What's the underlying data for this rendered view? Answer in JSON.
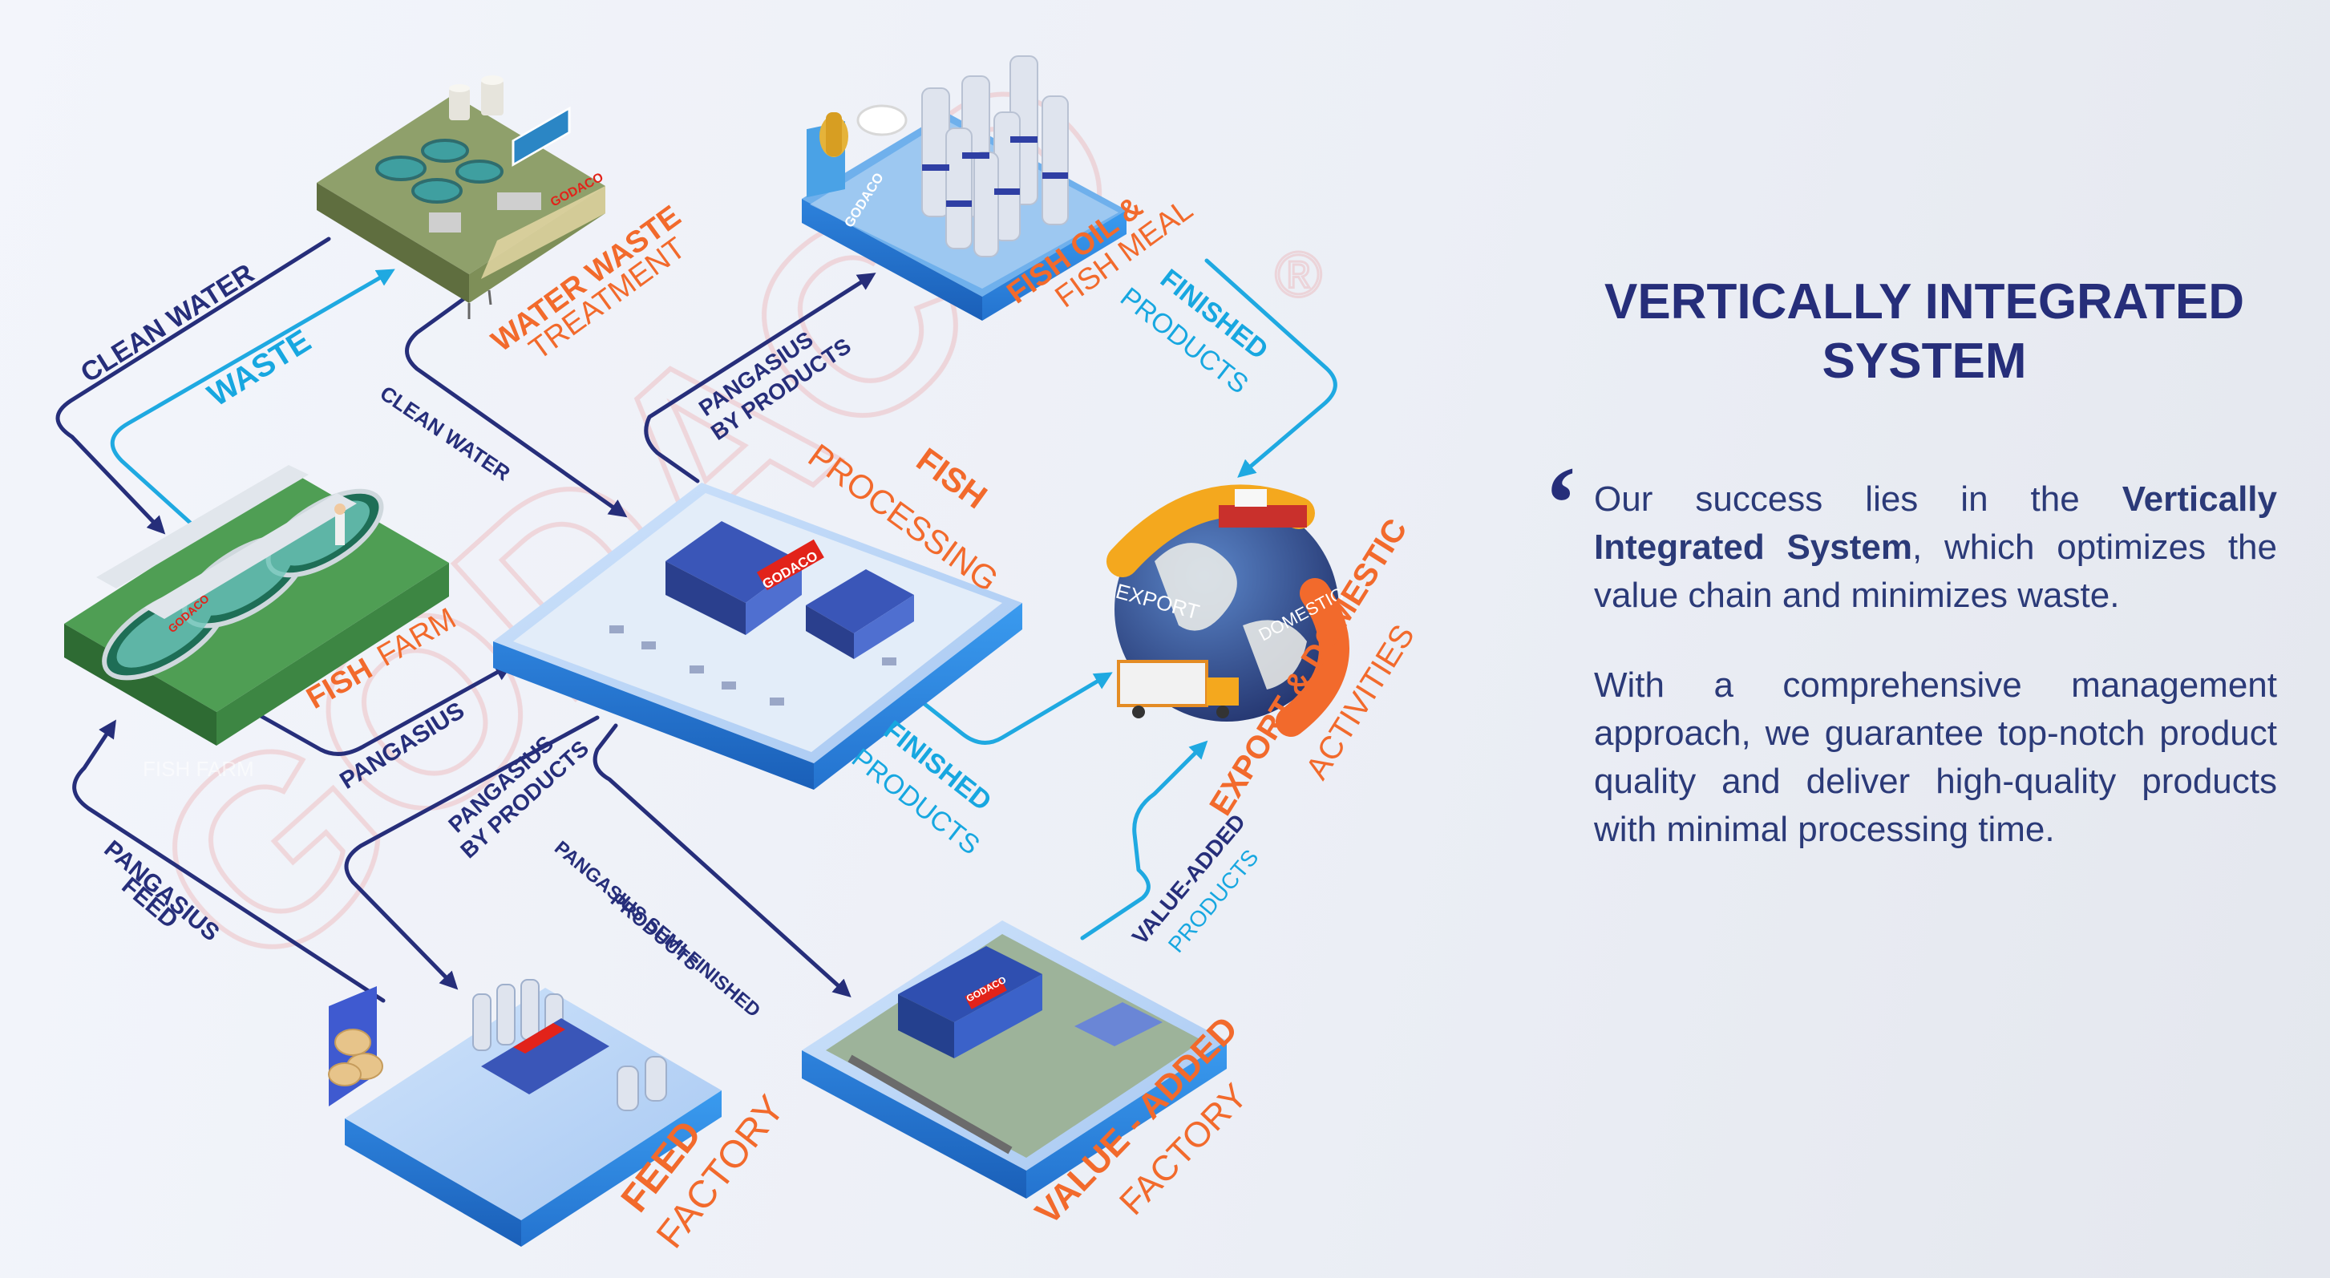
{
  "watermark": {
    "text": "GODACO",
    "mark": "®"
  },
  "nodes": {
    "water_treatment": {
      "line1": "WATER WASTE",
      "line2": "TREATMENT",
      "sign": "GODACO"
    },
    "fish_oil": {
      "line1": "FISH OIL &",
      "line2": "FISH MEAL",
      "sign": "GODACO"
    },
    "fish_farm": {
      "line1": "FISH",
      "line2": "FARM",
      "sign": "GODACO",
      "caption": "FISH FARM"
    },
    "fish_processing": {
      "line1": "FISH",
      "line2": "PROCESSING",
      "sign": "GODACO"
    },
    "export": {
      "line1": "EXPORT & DOMESTIC",
      "line2": "ACTIVITIES",
      "banner_export": "EXPORT",
      "banner_domestic": "DOMESTIC"
    },
    "feed_factory": {
      "line1": "FEED",
      "line2": "FACTORY"
    },
    "value_added_factory": {
      "line1": "VALUE - ADDED",
      "line2": "FACTORY",
      "sign": "GODACO"
    }
  },
  "flows": {
    "clean_water_top": "CLEAN WATER",
    "waste": "WASTE",
    "clean_water_mid": "CLEAN WATER",
    "by_products_top": {
      "line1": "PANGASIUS",
      "line2": "BY PRODUCTS"
    },
    "finished_products_top": {
      "line1": "FINISHED",
      "line2": "PRODUCTS"
    },
    "pangasius": "PANGASIUS",
    "finished_products_mid": {
      "line1": "FINISHED",
      "line2": "PRODUCTS"
    },
    "by_products_low": {
      "line1": "PANGASIUS",
      "line2": "BY PRODUCTS"
    },
    "pangasius_feed": {
      "line1": "PANGASIUS",
      "line2": "FEED"
    },
    "semi_finished": {
      "line1": "PANGASIUS SEMI-FINISHED",
      "line2": "PRODUCTS"
    },
    "value_added_products": {
      "line1": "VALUE-ADDED",
      "line2": "PRODUCTS"
    }
  },
  "info": {
    "title_line1": "VERTICALLY INTEGRATED",
    "title_line2": "SYSTEM",
    "quote_mark": "‘",
    "p1_a": "Our success lies in the ",
    "p1_bold": "Vertically Integrated System",
    "p1_b": ", which optimizes the value chain and minimizes waste.",
    "p2": "With a comprehensive management approach, we guarantee top-notch product quality and deliver high-quality products with minimal processing time."
  },
  "colors": {
    "navy": "#262e7a",
    "cyan": "#1fa9e1",
    "orange": "#f26a2c",
    "platform_blue": "#2f86e0",
    "watermark_red": "#e2231a"
  }
}
